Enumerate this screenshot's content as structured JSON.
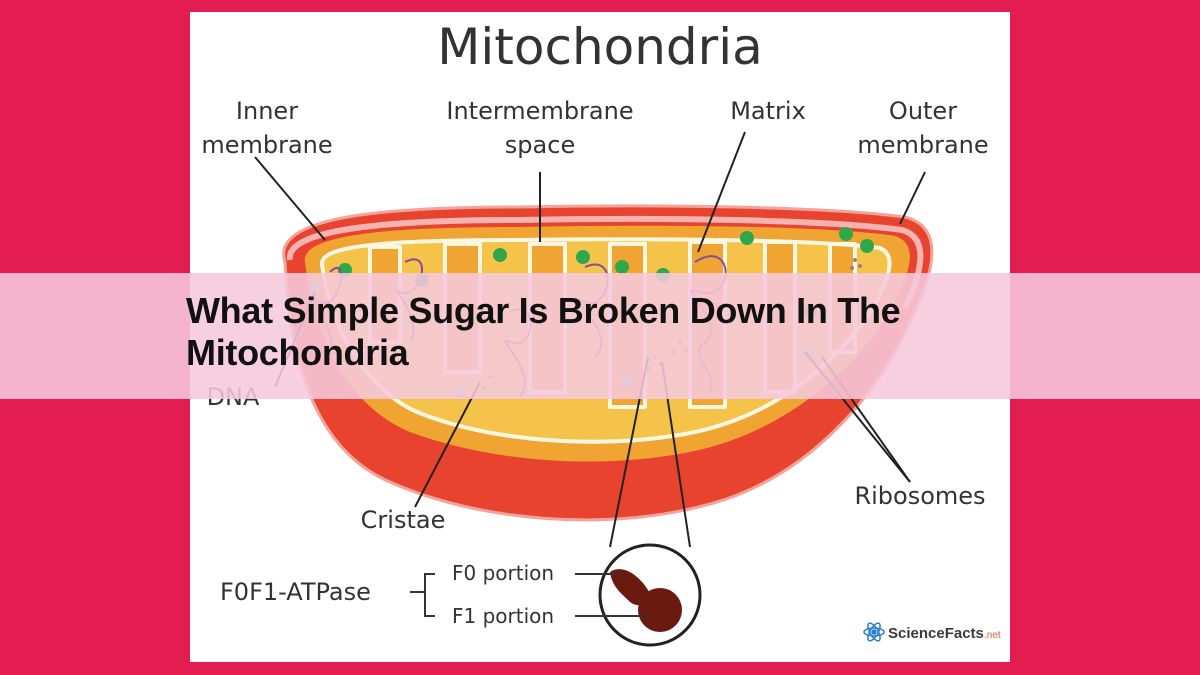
{
  "diagram": {
    "title": "Mitochondria",
    "labels": {
      "inner_membrane": [
        "Inner",
        "membrane"
      ],
      "intermembrane_space": [
        "Intermembrane",
        "space"
      ],
      "matrix": "Matrix",
      "outer_membrane": [
        "Outer",
        "membrane"
      ],
      "dna": "DNA",
      "cristae": "Cristae",
      "ribosomes": "Ribosomes",
      "atpase": "F0F1-ATPase",
      "f0_portion": "F0 portion",
      "f1_portion": "F1 portion"
    },
    "credit": {
      "brand": "ScienceFacts",
      "suffix": ".net"
    }
  },
  "headline": "What Simple Sugar Is Broken Down In The Mitochondria",
  "colors": {
    "background": "#e31c52",
    "outer_membrane": "#e8432f",
    "intermembrane": "#f0a533",
    "matrix": "#f6c34a",
    "ribosome": "#2ea84a",
    "dna": "#8a4aa0",
    "banner": "#f5c8dc"
  }
}
